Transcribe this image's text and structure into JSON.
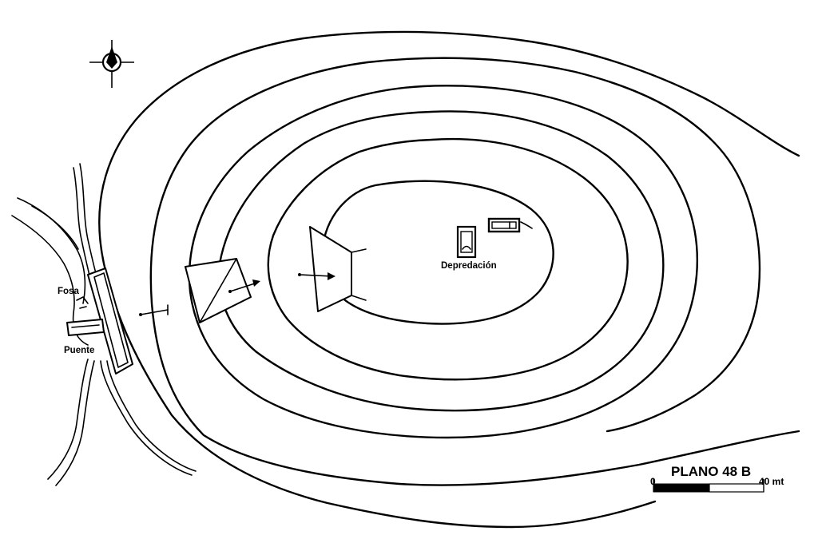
{
  "map": {
    "title": "PLANO 48 B",
    "labels": {
      "fosa": "Fosa",
      "puente": "Puente",
      "depredacion": "Depredación"
    },
    "scale_bar": {
      "start_label": "0",
      "end_label": "40 mt"
    },
    "icons": [
      "north-arrow-icon"
    ]
  }
}
